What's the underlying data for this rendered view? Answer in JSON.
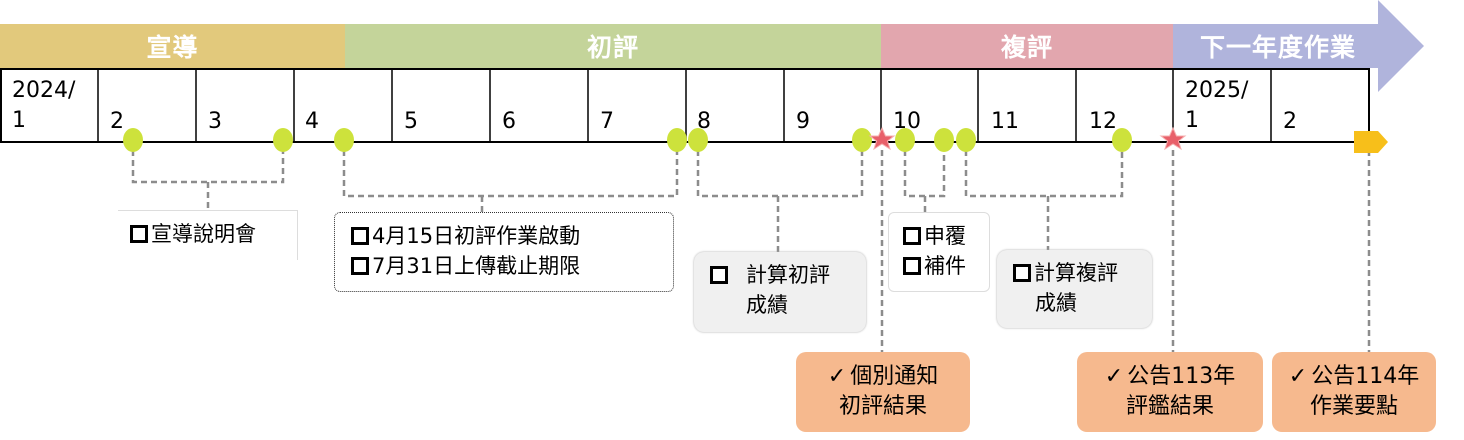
{
  "phases": [
    {
      "label": "宣導",
      "color": "#e2c97c"
    },
    {
      "label": "初評",
      "color": "#c4d49a"
    },
    {
      "label": "複評",
      "color": "#e2a6ae"
    },
    {
      "label": "下一年度作業",
      "color": "#b0b4dc"
    }
  ],
  "months": [
    "2024/\n1",
    "2",
    "3",
    "4",
    "5",
    "6",
    "7",
    "8",
    "9",
    "10",
    "11",
    "12",
    "2025/\n1",
    "2"
  ],
  "month_lines": [
    {
      "a": "2024/",
      "b": "1"
    },
    {
      "a": "",
      "b": "2"
    },
    {
      "a": "",
      "b": "3"
    },
    {
      "a": "",
      "b": "4"
    },
    {
      "a": "",
      "b": "5"
    },
    {
      "a": "",
      "b": "6"
    },
    {
      "a": "",
      "b": "7"
    },
    {
      "a": "",
      "b": "8"
    },
    {
      "a": "",
      "b": "9"
    },
    {
      "a": "",
      "b": "10"
    },
    {
      "a": "",
      "b": "11"
    },
    {
      "a": "",
      "b": "12"
    },
    {
      "a": "2025/",
      "b": "1"
    },
    {
      "a": "",
      "b": "2"
    }
  ],
  "colors": {
    "milestone_dot": "#cde23c",
    "star": "#e8606a",
    "end_marker": "#f7bf1a",
    "connector": "#8c8c8c"
  },
  "boxes": {
    "promo": {
      "items": [
        "宣導說明會"
      ]
    },
    "initial": {
      "items": [
        "4月15日初評作業啟動",
        "7月31日上傳截止期限"
      ]
    },
    "calc_initial": {
      "items": [
        "計算初評",
        "成績"
      ]
    },
    "appeal": {
      "items": [
        "申覆",
        "補件"
      ]
    },
    "calc_review": {
      "items": [
        "計算複評",
        "成績"
      ]
    }
  },
  "announcements": {
    "notify": {
      "line1": "個別通知",
      "line2": "初評結果"
    },
    "announce113": {
      "line1": "公告113年",
      "line2": "評鑑結果"
    },
    "announce114": {
      "line1": "公告114年",
      "line2": "作業要點"
    }
  }
}
